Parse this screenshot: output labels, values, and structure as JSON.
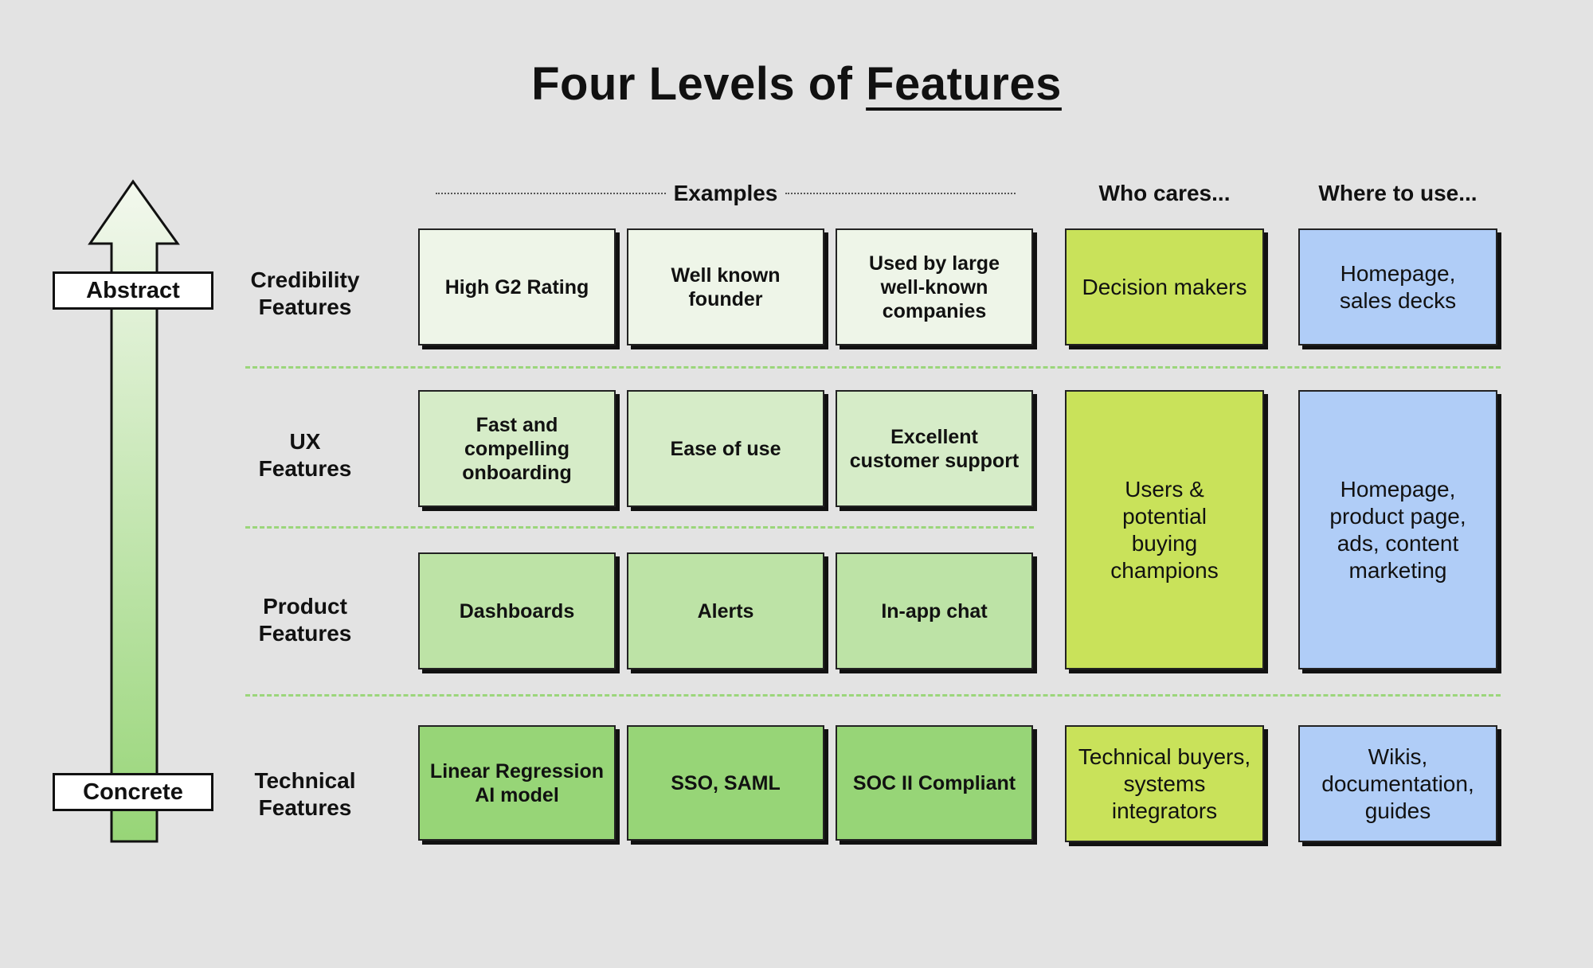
{
  "title": {
    "prefix": "Four Levels of",
    "underlined": "Features"
  },
  "headers": {
    "examples": "Examples",
    "who": "Who cares...",
    "where": "Where to use..."
  },
  "axis": {
    "top": "Abstract",
    "bottom": "Concrete"
  },
  "rows": [
    {
      "label_line1": "Credibility",
      "label_line2": "Features",
      "examples": [
        "High G2 Rating",
        "Well known founder",
        "Used by large well-known companies"
      ],
      "color": "#eef5e8"
    },
    {
      "label_line1": "UX",
      "label_line2": "Features",
      "examples": [
        "Fast and compelling onboarding",
        "Ease of use",
        "Excellent customer support"
      ],
      "color": "#d6ecc8"
    },
    {
      "label_line1": "Product",
      "label_line2": "Features",
      "examples": [
        "Dashboards",
        "Alerts",
        "In-app chat"
      ],
      "color": "#bde3a6"
    },
    {
      "label_line1": "Technical",
      "label_line2": "Features",
      "examples": [
        "Linear Regression AI model",
        "SSO, SAML",
        "SOC II Compliant"
      ],
      "color": "#97d577"
    }
  ],
  "who": [
    "Decision makers",
    "Users & potential buying champions",
    "Technical buyers, systems integrators"
  ],
  "where": [
    "Homepage, sales decks",
    "Homepage, product page, ads, content marketing",
    "Wikis, documentation, guides"
  ],
  "colors": {
    "who": "#c9e25a",
    "where": "#b0cdf7",
    "separator": "#9bd67b"
  }
}
